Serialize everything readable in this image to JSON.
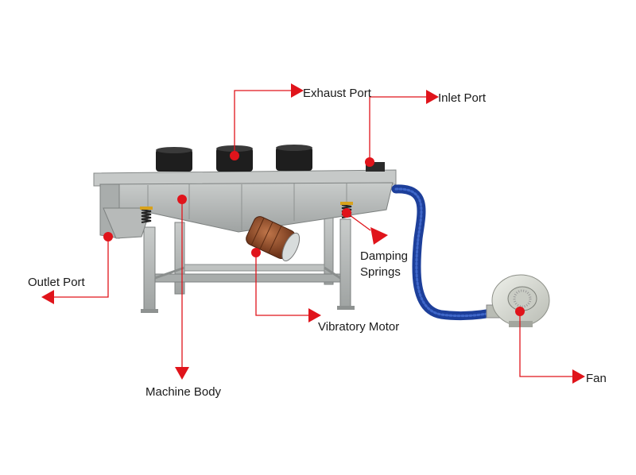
{
  "colors": {
    "callout": "#e0141b",
    "frame": "#b3b6b5",
    "frame_dark": "#8e9291",
    "hose": "#1d3f9a",
    "motor": "#8b4a2a",
    "fan_housing": "#d9dcd6",
    "text": "#1a1a1a"
  },
  "labels": {
    "exhaust_port": "Exhaust Port",
    "inlet_port": "Inlet Port",
    "damping_line1": "Damping",
    "damping_line2": "Springs",
    "outlet_port": "Outlet Port",
    "vibratory_motor": "Vibratory Motor",
    "machine_body": "Machine Body",
    "fan": "Fan"
  },
  "icons": {
    "exhaust_fans": "exhaust-fan-icon",
    "springs": "spring-icon",
    "motor": "motor-icon",
    "fan": "blower-fan-icon",
    "arrows": "arrow-head-icon"
  }
}
